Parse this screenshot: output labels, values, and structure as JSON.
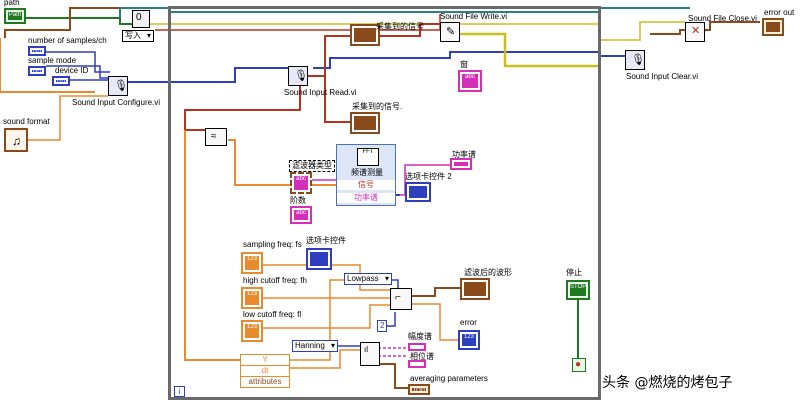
{
  "left_terminals": {
    "path": "path",
    "path_glyph": "Path",
    "number_of_samples": "number of samples/ch",
    "sample_mode": "sample mode",
    "device_id": "device ID",
    "num_glyph": "I32",
    "sound_format": "sound format"
  },
  "write_mode": {
    "value": "写入"
  },
  "vis": {
    "sound_input_configure": "Sound Input Configure.vi",
    "sound_input_read": "Sound Input Read.vi",
    "sound_file_write": "Sound File Write.vi",
    "sound_input_clear": "Sound Input Clear.vi",
    "sound_file_close": "Sound File Close.vi"
  },
  "loop_labels": {
    "acquired_signal_1": "采集到的信号",
    "acquired_signal_2": "采集到的信号.",
    "window": "窗",
    "filter_type": "滤波器类型",
    "order": "阶数",
    "spectrum_measure": "频谱测量",
    "signal": "信号",
    "power_spectrum": "功率谱",
    "power_spectrum_out": "功率谱",
    "tab_control_2": "选项卡控件 2",
    "tab_control": "选项卡控件",
    "sampling_freq": "sampling freq: fs",
    "high_cutoff": "high cutoff freq: fh",
    "low_cutoff": "low cutoff freq: fl",
    "lowpass": "Lowpass",
    "filtered_wave": "滤波后的波形",
    "const_2": "2",
    "error": "error",
    "amplitude": "幅度谱",
    "phase": "相位谱",
    "hanning": "Hanning",
    "averaging": "averaging parameters",
    "unbundle_y": "Y",
    "unbundle_dt": "dt",
    "unbundle_attr": "attributes",
    "iteration": "i",
    "stop": "停止",
    "stop_glyph": "STOP",
    "num_glyph": "123",
    "str_glyph": "abc",
    "avg_glyph": "TOG"
  },
  "right_terminals": {
    "error_out": "error out"
  },
  "watermark": "头条 @燃烧的烤包子",
  "colors": {
    "loop_border": "#6a6a6a",
    "wire_orange": "#e88a2e",
    "wire_blue": "#2d3fbf",
    "wire_pink": "#d42fb8",
    "wire_brown": "#8b4a1a",
    "wire_yellow": "#c8c020",
    "wire_green": "#1f7a1f",
    "wire_teal": "#2a7f7f",
    "wire_red": "#b8321f"
  }
}
